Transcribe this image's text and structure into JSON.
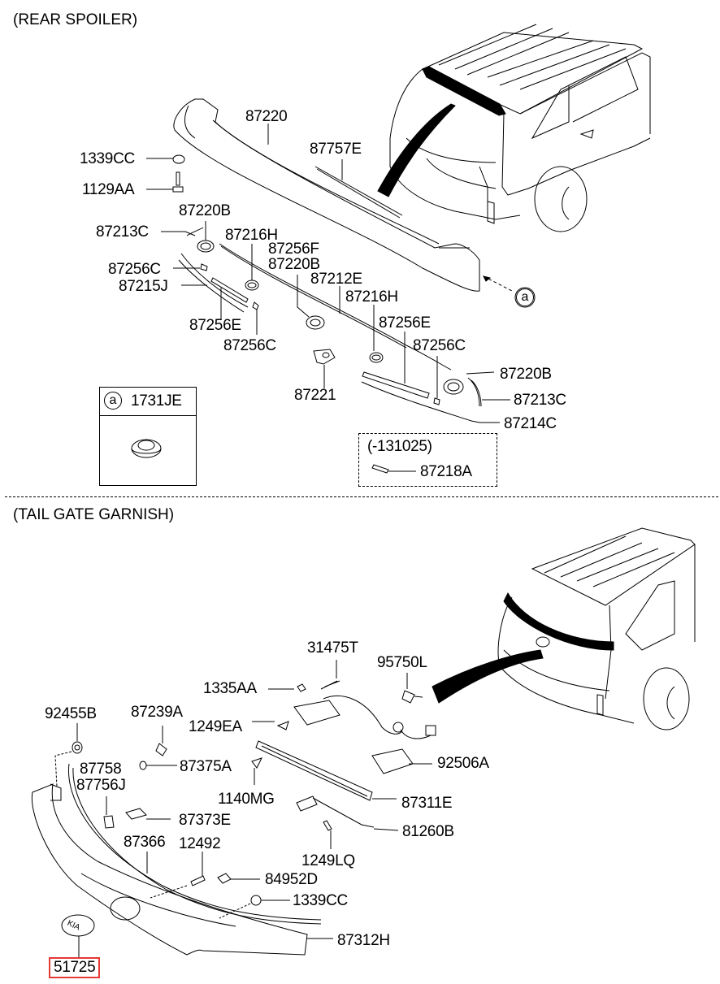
{
  "sections": {
    "rear_spoiler": "(REAR SPOILER)",
    "tail_gate_garnish": "(TAIL GATE GARNISH)"
  },
  "rear_spoiler_parts": {
    "p87220": "87220",
    "p87757E": "87757E",
    "p1339CC": "1339CC",
    "p1129AA": "1129AA",
    "p87220B_a": "87220B",
    "p87213C_a": "87213C",
    "p87216H_a": "87216H",
    "p87256F": "87256F",
    "p87220B_b": "87220B",
    "p87256C_a": "87256C",
    "p87215J": "87215J",
    "p87212E": "87212E",
    "p87216H_b": "87216H",
    "p87256E_a": "87256E",
    "p87256E_b": "87256E",
    "p87256C_b": "87256C",
    "p87256C_c": "87256C",
    "p87220B_c": "87220B",
    "p87221": "87221",
    "p87213C_b": "87213C",
    "p87214C": "87214C"
  },
  "callout_a": {
    "marker": "a",
    "part": "1731JE"
  },
  "date_box": {
    "range": "(-131025)",
    "part": "87218A"
  },
  "tail_gate_parts": {
    "p31475T": "31475T",
    "p95750L": "95750L",
    "p1335AA": "1335AA",
    "p92455B": "92455B",
    "p87239A": "87239A",
    "p1249EA": "1249EA",
    "p92506A": "92506A",
    "p87758": "87758",
    "p87375A": "87375A",
    "p87756J": "87756J",
    "p1140MG": "1140MG",
    "p87311E": "87311E",
    "p87373E": "87373E",
    "p81260B": "81260B",
    "p87366": "87366",
    "p12492": "12492",
    "p1249LQ": "1249LQ",
    "p84952D": "84952D",
    "p1339CC": "1339CC",
    "p87312H": "87312H",
    "p51725": "51725"
  },
  "highlight_color": "#e53935"
}
